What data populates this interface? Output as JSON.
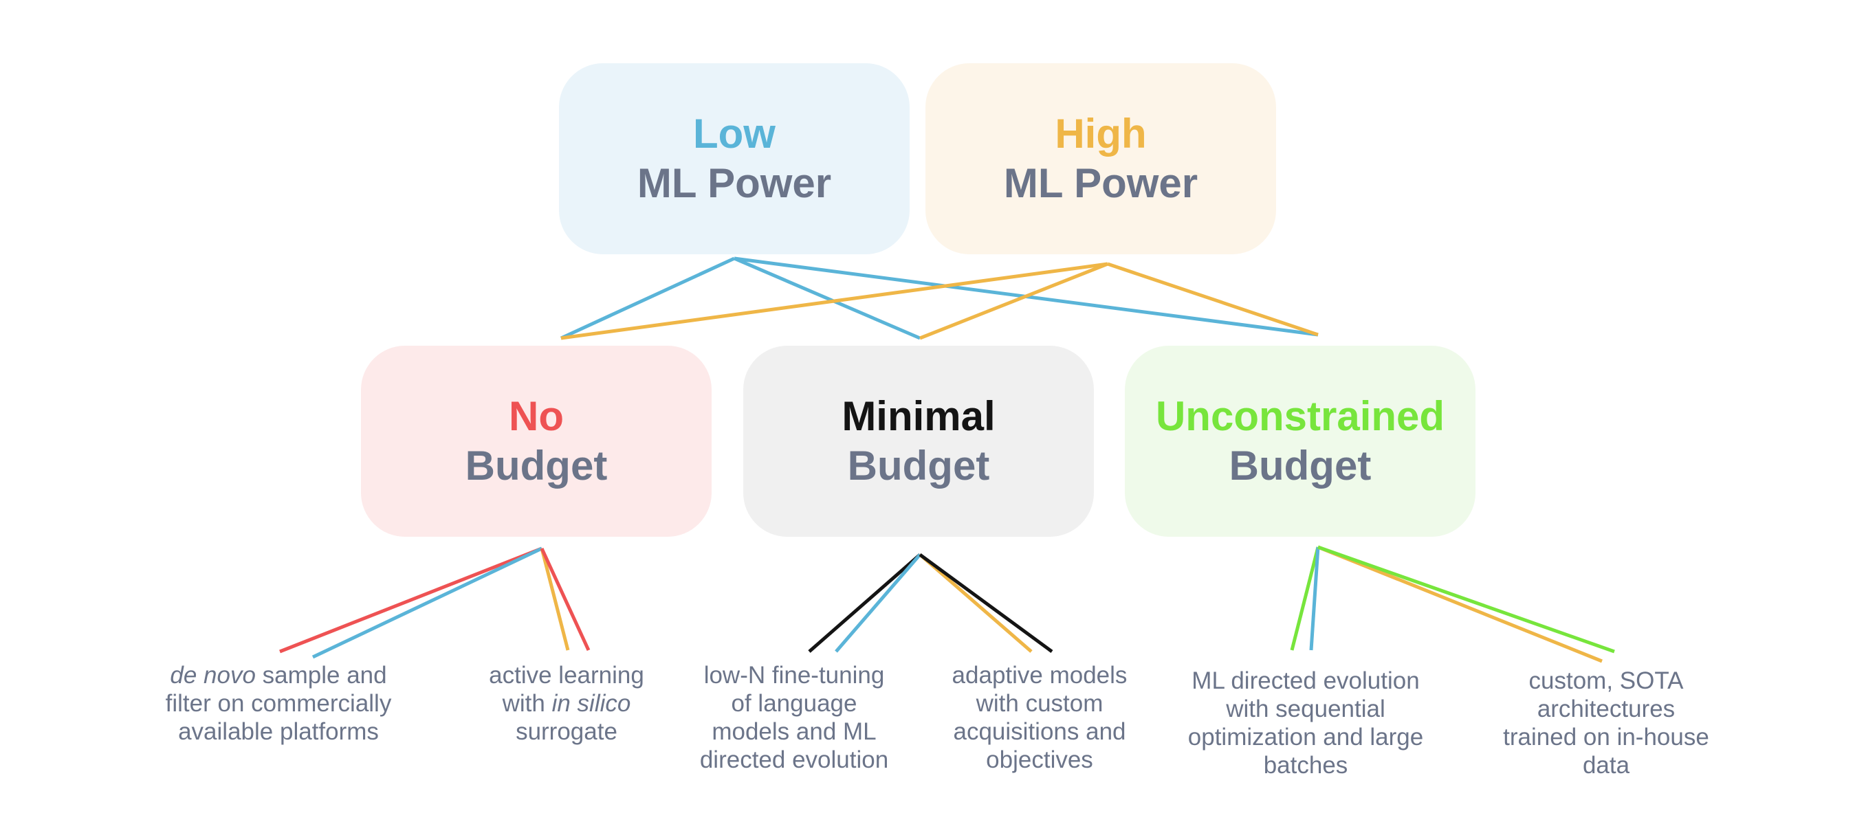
{
  "colors": {
    "low": "#5ab4d8",
    "high": "#efb647",
    "no_budget": "#ee5253",
    "minimal": "#141414",
    "unconstrained": "#77e53c",
    "muted_text": "#6b7489"
  },
  "power": {
    "low": {
      "title": "Low",
      "subtitle": "ML Power"
    },
    "high": {
      "title": "High",
      "subtitle": "ML Power"
    }
  },
  "budgets": {
    "no": {
      "title": "No",
      "subtitle": "Budget"
    },
    "minimal": {
      "title": "Minimal",
      "subtitle": "Budget"
    },
    "unconstrained": {
      "title": "Unconstrained",
      "subtitle": "Budget"
    }
  },
  "leaves": {
    "no_low": {
      "em": "de novo",
      "line1_rest": " sample and",
      "line2": "filter on commercially",
      "line3": "available platforms"
    },
    "no_high": {
      "line1": "active learning",
      "line2_pre": "with ",
      "em": "in silico",
      "line3": "surrogate"
    },
    "minimal_low": {
      "lines": [
        "low-N fine-tuning",
        "of language",
        "models and ML",
        "directed evolution"
      ]
    },
    "minimal_high": {
      "lines": [
        "adaptive models",
        "with custom",
        "acquisitions and",
        "objectives"
      ]
    },
    "unconstrained_low": {
      "lines": [
        "ML directed evolution",
        "with sequential",
        "optimization and large",
        "batches"
      ]
    },
    "unconstrained_high": {
      "lines": [
        "custom, SOTA",
        "architectures",
        "trained on in-house",
        "data"
      ]
    }
  }
}
